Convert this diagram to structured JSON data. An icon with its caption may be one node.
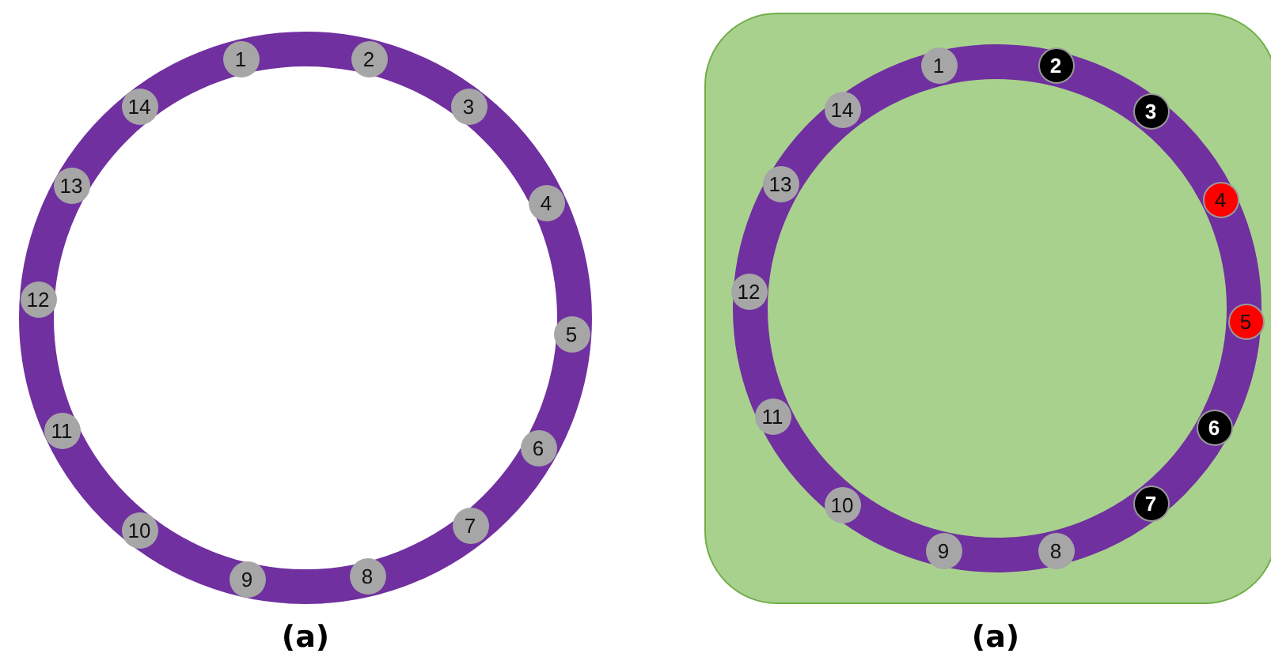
{
  "diagram": {
    "nodes": [
      {
        "text": [
          "1"
        ]
      },
      {
        "text": [
          "2"
        ]
      },
      {
        "text": [
          "3"
        ]
      },
      {
        "text": [
          "4"
        ]
      },
      {
        "text": [
          "5"
        ]
      },
      {
        "text": [
          "6"
        ]
      },
      {
        "text": [
          "7"
        ]
      },
      {
        "text": [
          "8"
        ]
      },
      {
        "text": [
          "9"
        ]
      },
      {
        "text": [
          "10"
        ]
      },
      {
        "text": [
          "11"
        ]
      },
      {
        "text": [
          "12"
        ]
      },
      {
        "text": [
          "13"
        ]
      },
      {
        "text": [
          "14"
        ]
      },
      {
        "text": [],
        "shape": "box"
      },
      {
        "text": [
          "1"
        ],
        "in": 14
      },
      {
        "text": [
          "2"
        ],
        "in": 14
      },
      {
        "text": [
          "3"
        ],
        "in": 14
      },
      {
        "text": [
          "4"
        ],
        "in": 14
      },
      {
        "text": [
          "5"
        ],
        "in": 14
      },
      {
        "text": [
          "6"
        ],
        "in": 14
      },
      {
        "text": [
          "7"
        ],
        "in": 14
      },
      {
        "text": [
          "8"
        ],
        "in": 14
      },
      {
        "text": [
          "9"
        ],
        "in": 14
      },
      {
        "text": [
          "10"
        ],
        "in": 14
      },
      {
        "text": [
          "11"
        ],
        "in": 14
      },
      {
        "text": [
          "12"
        ],
        "in": 14
      },
      {
        "text": [
          "13"
        ],
        "in": 14
      },
      {
        "text": [
          "14"
        ],
        "in": 14
      }
    ],
    "labels": [
      "(a)",
      "(a)"
    ]
  }
}
